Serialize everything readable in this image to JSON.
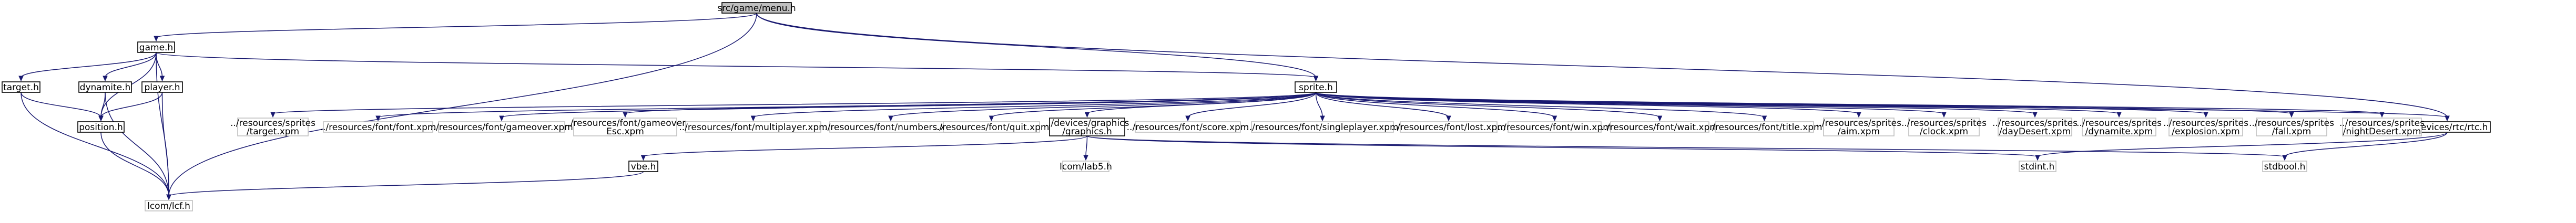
{
  "colors": {
    "root_fill": "#bfbfbf",
    "node_fill": "#ffffff",
    "node_border": "#000000",
    "missing_border": "#bfbfbf",
    "edge": "#191970",
    "text": "#000000"
  },
  "nodes": [
    {
      "id": "menu",
      "kind": "root",
      "label": [
        "src/game/menu.h"
      ]
    },
    {
      "id": "game",
      "kind": "file",
      "label": [
        "game.h"
      ]
    },
    {
      "id": "target",
      "kind": "file",
      "label": [
        "target.h"
      ]
    },
    {
      "id": "dynamite",
      "kind": "file",
      "label": [
        "dynamite.h"
      ]
    },
    {
      "id": "player",
      "kind": "file",
      "label": [
        "player.h"
      ]
    },
    {
      "id": "sprite",
      "kind": "file",
      "label": [
        "sprite.h"
      ]
    },
    {
      "id": "position",
      "kind": "file",
      "label": [
        "position.h"
      ]
    },
    {
      "id": "lcom",
      "kind": "missing",
      "label": [
        "lcom/lcf.h"
      ]
    },
    {
      "id": "vbe",
      "kind": "file",
      "label": [
        "vbe.h"
      ]
    },
    {
      "id": "graphics",
      "kind": "file",
      "label": [
        "../devices/graphics",
        "/graphics.h"
      ]
    },
    {
      "id": "lcomtab",
      "kind": "missing",
      "label": [
        "lcom/lab5.h"
      ]
    },
    {
      "id": "rtc",
      "kind": "file",
      "label": [
        "../devices/rtc/rtc.h"
      ]
    },
    {
      "id": "stdint",
      "kind": "missing",
      "label": [
        "stdint.h"
      ]
    },
    {
      "id": "stdbool",
      "kind": "missing",
      "label": [
        "stdbool.h"
      ]
    },
    {
      "id": "x_target",
      "kind": "missing",
      "label": [
        "../resources/sprites",
        "/target.xpm"
      ]
    },
    {
      "id": "x_font",
      "kind": "missing",
      "label": [
        "../resources/font/font.xpm"
      ]
    },
    {
      "id": "x_gameover",
      "kind": "missing",
      "label": [
        "../resources/font/gameover.xpm"
      ]
    },
    {
      "id": "x_gameoveresc",
      "kind": "missing",
      "label": [
        "../resources/font/gameover",
        "Esc.xpm"
      ]
    },
    {
      "id": "x_multi",
      "kind": "missing",
      "label": [
        "../resources/font/multiplayer.xpm"
      ]
    },
    {
      "id": "x_numbers",
      "kind": "missing",
      "label": [
        "../resources/font/numbers.xpm"
      ]
    },
    {
      "id": "x_quit",
      "kind": "missing",
      "label": [
        "../resources/font/quit.xpm"
      ]
    },
    {
      "id": "x_score",
      "kind": "missing",
      "label": [
        "../resources/font/score.xpm"
      ]
    },
    {
      "id": "x_single",
      "kind": "missing",
      "label": [
        "../resources/font/singleplayer.xpm"
      ]
    },
    {
      "id": "x_lost",
      "kind": "missing",
      "label": [
        "../resources/font/lost.xpm"
      ]
    },
    {
      "id": "x_win",
      "kind": "missing",
      "label": [
        "../resources/font/win.xpm"
      ]
    },
    {
      "id": "x_wait",
      "kind": "missing",
      "label": [
        "../resources/font/wait.xpm"
      ]
    },
    {
      "id": "x_title",
      "kind": "missing",
      "label": [
        "../resources/font/title.xpm"
      ]
    },
    {
      "id": "x_aim",
      "kind": "missing",
      "label": [
        "../resources/sprites",
        "/aim.xpm"
      ]
    },
    {
      "id": "x_clock",
      "kind": "missing",
      "label": [
        "../resources/sprites",
        "/clock.xpm"
      ]
    },
    {
      "id": "x_day",
      "kind": "missing",
      "label": [
        "../resources/sprites",
        "/dayDesert.xpm"
      ]
    },
    {
      "id": "x_dyn",
      "kind": "missing",
      "label": [
        "../resources/sprites",
        "/dynamite.xpm"
      ]
    },
    {
      "id": "x_expl",
      "kind": "missing",
      "label": [
        "../resources/sprites",
        "/explosion.xpm"
      ]
    },
    {
      "id": "x_fall",
      "kind": "missing",
      "label": [
        "../resources/sprites",
        "/fall.xpm"
      ]
    },
    {
      "id": "x_night",
      "kind": "missing",
      "label": [
        "../resources/sprites",
        "/nightDesert.xpm"
      ]
    }
  ],
  "edges": [
    [
      "menu",
      "game"
    ],
    [
      "menu",
      "sprite"
    ],
    [
      "menu",
      "rtc"
    ],
    [
      "menu",
      "lcom"
    ],
    [
      "game",
      "target"
    ],
    [
      "game",
      "dynamite"
    ],
    [
      "game",
      "player"
    ],
    [
      "game",
      "sprite"
    ],
    [
      "game",
      "position"
    ],
    [
      "game",
      "lcom"
    ],
    [
      "target",
      "position"
    ],
    [
      "target",
      "lcom"
    ],
    [
      "dynamite",
      "position"
    ],
    [
      "dynamite",
      "lcom"
    ],
    [
      "player",
      "position"
    ],
    [
      "player",
      "lcom"
    ],
    [
      "position",
      "lcom"
    ],
    [
      "sprite",
      "x_target"
    ],
    [
      "sprite",
      "x_font"
    ],
    [
      "sprite",
      "x_gameover"
    ],
    [
      "sprite",
      "x_gameoveresc"
    ],
    [
      "sprite",
      "x_multi"
    ],
    [
      "sprite",
      "x_numbers"
    ],
    [
      "sprite",
      "x_quit"
    ],
    [
      "sprite",
      "graphics"
    ],
    [
      "sprite",
      "x_score"
    ],
    [
      "sprite",
      "x_single"
    ],
    [
      "sprite",
      "x_lost"
    ],
    [
      "sprite",
      "x_win"
    ],
    [
      "sprite",
      "x_wait"
    ],
    [
      "sprite",
      "x_title"
    ],
    [
      "sprite",
      "x_aim"
    ],
    [
      "sprite",
      "x_clock"
    ],
    [
      "sprite",
      "x_day"
    ],
    [
      "sprite",
      "x_dyn"
    ],
    [
      "sprite",
      "x_expl"
    ],
    [
      "sprite",
      "x_fall"
    ],
    [
      "sprite",
      "x_night"
    ],
    [
      "sprite",
      "rtc"
    ],
    [
      "graphics",
      "vbe"
    ],
    [
      "graphics",
      "lcomtab"
    ],
    [
      "graphics",
      "stdint"
    ],
    [
      "graphics",
      "stdbool"
    ],
    [
      "vbe",
      "lcom"
    ],
    [
      "rtc",
      "stdint"
    ],
    [
      "rtc",
      "stdbool"
    ]
  ]
}
